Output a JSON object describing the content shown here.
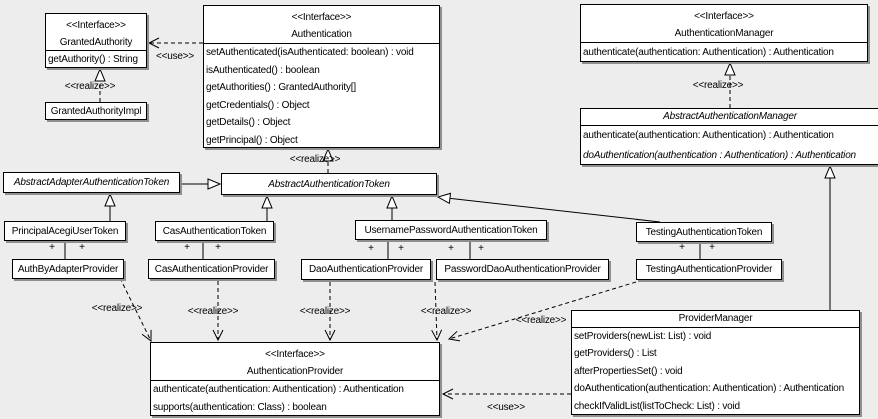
{
  "labels": {
    "realize": "<<realize>>",
    "use": "<<use>>",
    "plus": "+"
  },
  "colors": {
    "background": "#ededed",
    "box_fill": "#ffffff",
    "box_border": "#000000",
    "shadow": "#8f8f8f"
  },
  "classes": {
    "granted_authority": {
      "stereotype": "<<Interface>>",
      "name": "GrantedAuthority",
      "methods": [
        "getAuthority() : String"
      ]
    },
    "granted_authority_impl": {
      "name": "GrantedAuthorityImpl"
    },
    "authentication": {
      "stereotype": "<<Interface>>",
      "name": "Authentication",
      "methods": [
        "setAuthenticated(isAuthenticated: boolean) : void",
        "isAuthenticated() : boolean",
        "getAuthorities() : GrantedAuthority[]",
        "getCredentials() : Object",
        "getDetails() : Object",
        "getPrincipal() : Object"
      ]
    },
    "authentication_manager": {
      "stereotype": "<<Interface>>",
      "name": "AuthenticationManager",
      "methods": [
        "authenticate(authentication: Authentication) : Authentication"
      ]
    },
    "abstract_authentication_manager": {
      "name": "AbstractAuthenticationManager",
      "methods": [
        "authenticate(authentication: Authentication) : Authentication",
        "doAuthentication(authentication : Authentication) : Authentication"
      ]
    },
    "abstract_adapter_authentication_token": {
      "name": "AbstractAdapterAuthenticationToken"
    },
    "abstract_authentication_token": {
      "name": "AbstractAuthenticationToken"
    },
    "principal_acegi_user_token": {
      "name": "PrincipalAcegiUserToken"
    },
    "cas_authentication_token": {
      "name": "CasAuthenticationToken"
    },
    "username_password_authentication_token": {
      "name": "UsernamePasswordAuthenticationToken"
    },
    "testing_authentication_token": {
      "name": "TestingAuthenticationToken"
    },
    "auth_by_adapter_provider": {
      "name": "AuthByAdapterProvider"
    },
    "cas_authentication_provider": {
      "name": "CasAuthenticationProvider"
    },
    "dao_authentication_provider": {
      "name": "DaoAuthenticationProvider"
    },
    "password_dao_authentication_provider": {
      "name": "PasswordDaoAuthenticationProvider"
    },
    "testing_authentication_provider": {
      "name": "TestingAuthenticationProvider"
    },
    "provider_manager": {
      "name": "ProviderManager",
      "methods": [
        "setProviders(newList: List) : void",
        "getProviders() : List",
        "afterPropertiesSet() : void",
        "doAuthentication(authentication: Authentication) : Authentication",
        "checkIfValidList(listToCheck: List) : void"
      ]
    },
    "authentication_provider": {
      "stereotype": "<<Interface>>",
      "name": "AuthenticationProvider",
      "methods": [
        "authenticate(authentication: Authentication) : Authentication",
        "supports(authentication: Class) : boolean"
      ]
    }
  }
}
